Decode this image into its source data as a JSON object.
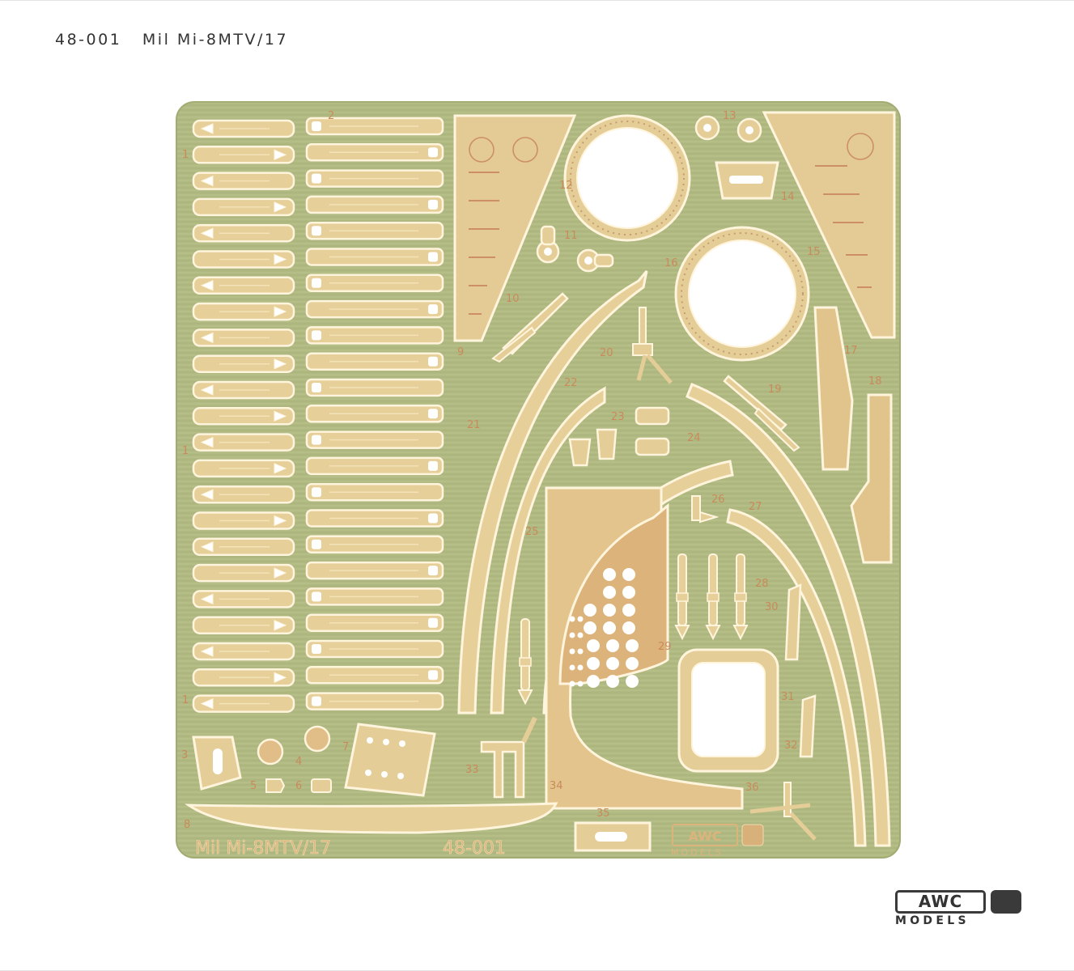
{
  "header": {
    "title": "48-001   Mil Mi-8MTV/17"
  },
  "sheet": {
    "colors": {
      "base": "#b2ba84",
      "part": "#e6cf99",
      "part_edge": "#fff4dc",
      "number": "#c98a5a",
      "etch": "#d39a70"
    },
    "part_numbers": [
      "1",
      "2",
      "3",
      "4",
      "5",
      "6",
      "7",
      "8",
      "9",
      "10",
      "11",
      "12",
      "13",
      "14",
      "15",
      "16",
      "17",
      "18",
      "19",
      "20",
      "21",
      "22",
      "23",
      "24",
      "25",
      "26",
      "27",
      "28",
      "29",
      "30",
      "31",
      "32",
      "33",
      "34",
      "35",
      "36"
    ],
    "left_marks": [
      "1",
      "1",
      "1"
    ],
    "etched_title": "Mil Mi-8MTV/17",
    "etched_code": "48-001",
    "etched_brand": "AWC",
    "etched_brand_sub": "MODELS"
  },
  "brand": {
    "name": "AWC",
    "sub": "MODELS"
  }
}
